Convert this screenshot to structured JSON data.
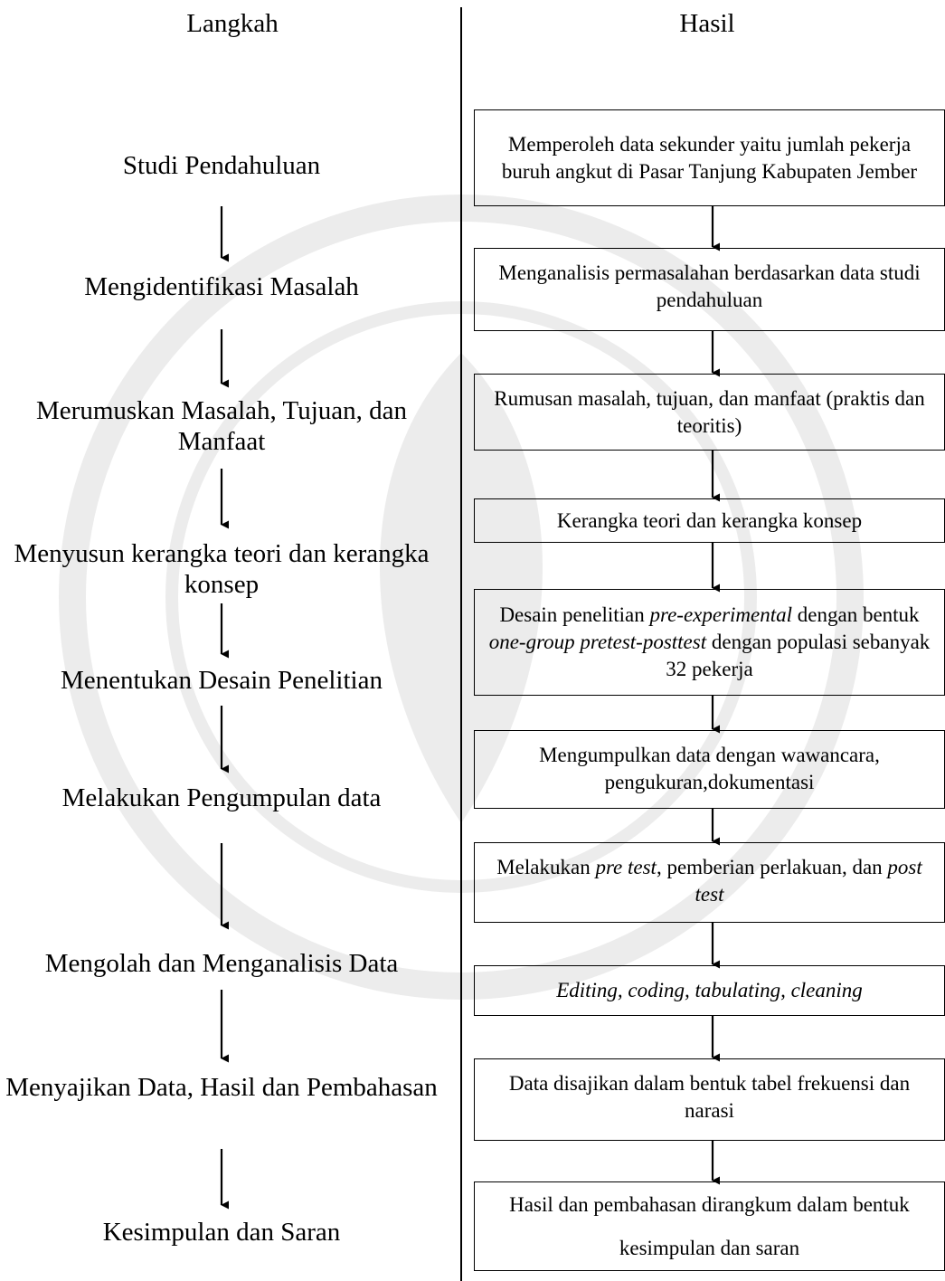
{
  "headers": {
    "left": "Langkah",
    "right": "Hasil"
  },
  "steps": [
    {
      "text": "Studi Pendahuluan"
    },
    {
      "text": "Mengidentifikasi Masalah"
    },
    {
      "text": "Merumuskan Masalah, Tujuan, dan Manfaat"
    },
    {
      "text": "Menyusun kerangka teori dan kerangka konsep"
    },
    {
      "text": "Menentukan Desain Penelitian"
    },
    {
      "text": "Melakukan Pengumpulan data"
    },
    {
      "text": "Mengolah dan Menganalisis Data"
    },
    {
      "text": "Menyajikan Data, Hasil dan Pembahasan"
    },
    {
      "text": "Kesimpulan dan Saran"
    }
  ],
  "results": [
    {
      "html": "Memperoleh data sekunder yaitu jumlah pekerja buruh angkut di Pasar Tanjung Kabupaten Jember"
    },
    {
      "html": "Menganalisis permasalahan berdasarkan data studi pendahuluan"
    },
    {
      "html": "Rumusan masalah, tujuan, dan manfaat (praktis dan teoritis)"
    },
    {
      "html": "Kerangka teori dan kerangka konsep"
    },
    {
      "html": "Desain penelitian <i>pre-experimental</i> dengan bentuk <i>one-group pretest-posttest</i> dengan populasi sebanyak 32 pekerja"
    },
    {
      "html": "Mengumpulkan data dengan wawancara, pengukuran,dokumentasi"
    },
    {
      "html": "Melakukan <i>pre test</i>, pemberian perlakuan, dan <i>post test</i>"
    },
    {
      "html": "<i>Editing, coding, tabulating, cleaning</i>"
    },
    {
      "html": "Data disajikan dalam bentuk tabel frekuensi dan narasi"
    },
    {
      "html": "Hasil dan pembahasan dirangkum dalam bentuk kesimpulan dan saran"
    }
  ]
}
